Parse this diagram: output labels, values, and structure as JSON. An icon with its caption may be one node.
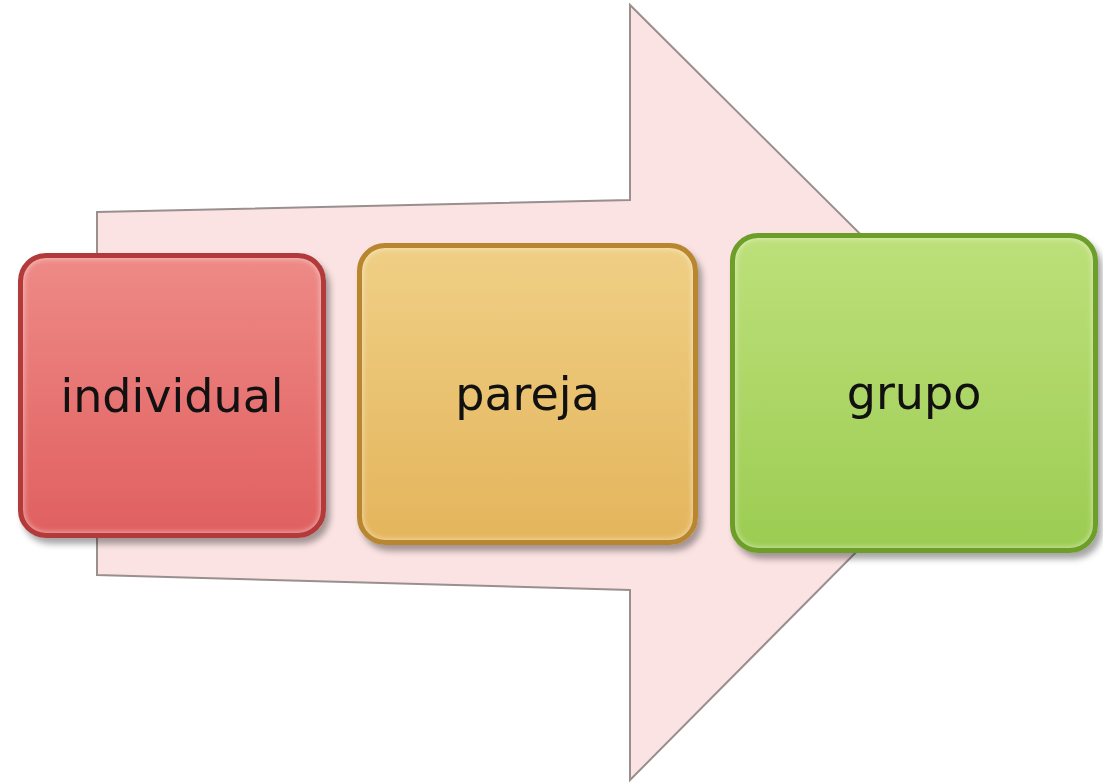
{
  "diagram": {
    "nodes": [
      {
        "text": [
          "individual"
        ]
      },
      {
        "text": [
          "pareja"
        ]
      },
      {
        "text": [
          "grupo"
        ]
      }
    ],
    "edges": [
      {
        "from": 0,
        "to": 2,
        "arrow": "to"
      }
    ]
  }
}
